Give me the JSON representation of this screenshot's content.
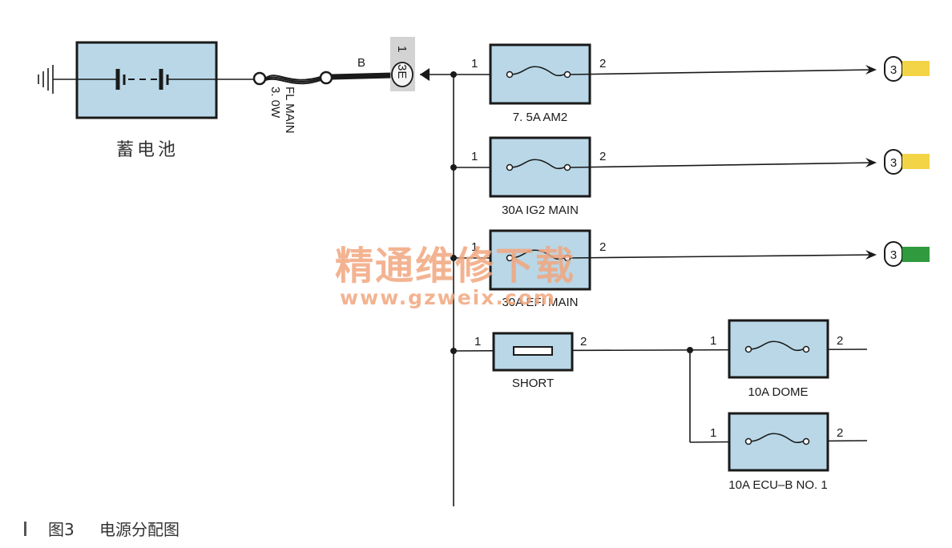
{
  "battery": {
    "label": "蓄电池"
  },
  "fusible_link": {
    "label_line1": "FL MAIN",
    "label_line2": "3. 0W",
    "wire_color": "B"
  },
  "connector": {
    "pin": "1",
    "name": "3E"
  },
  "fuses": [
    {
      "name": "7. 5A AM2",
      "pin_in": "1",
      "pin_out": "2",
      "output_connector": "3"
    },
    {
      "name": "30A IG2 MAIN",
      "pin_in": "1",
      "pin_out": "2",
      "output_connector": "3"
    },
    {
      "name": "30A EFI MAIN",
      "pin_in": "1",
      "pin_out": "2",
      "output_connector": "3"
    },
    {
      "name": "SHORT",
      "pin_in": "1",
      "pin_out": "2"
    },
    {
      "name": "10A DOME",
      "pin_in": "1",
      "pin_out": "2"
    },
    {
      "name": "10A ECU–B NO. 1",
      "pin_in": "1",
      "pin_out": "2"
    }
  ],
  "output_wire_colors": [
    "#f3d447",
    "#f3d447",
    "#2f9a3e"
  ],
  "watermark": {
    "line1": "精通维修下载",
    "line2": "www.gzweix.com"
  },
  "caption": {
    "figure": "图3",
    "title": "电源分配图"
  }
}
